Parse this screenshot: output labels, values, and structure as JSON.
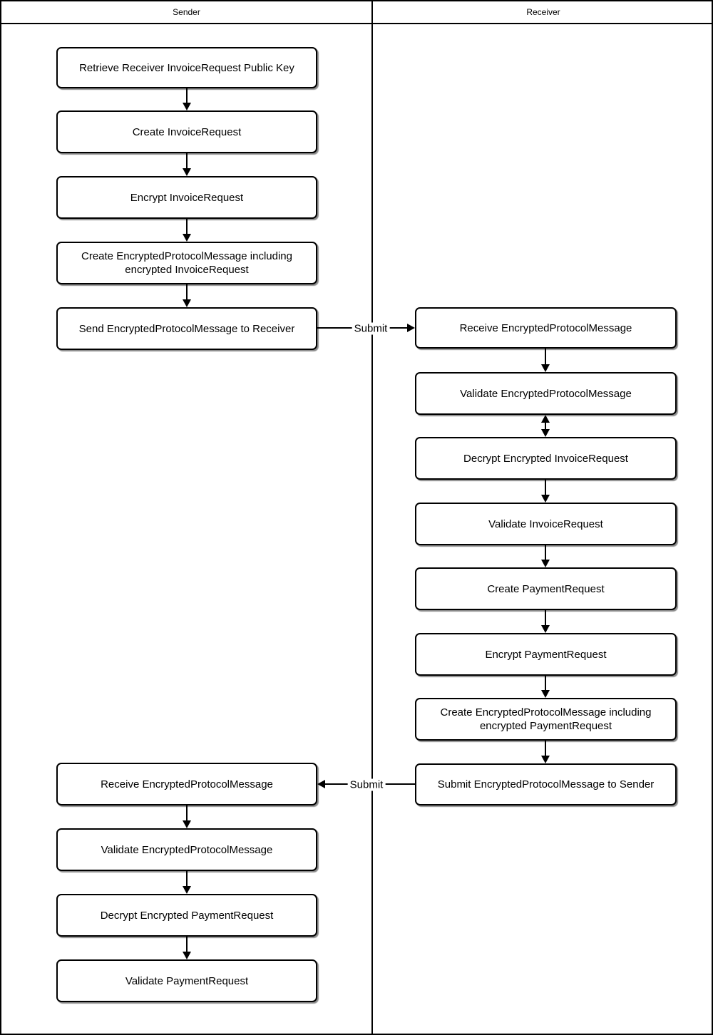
{
  "diagram": {
    "type": "swimlane-flowchart",
    "lanes": [
      {
        "label": "Sender"
      },
      {
        "label": "Receiver"
      }
    ],
    "sender_nodes": [
      {
        "label": "Retrieve Receiver InvoiceRequest Public Key"
      },
      {
        "label": "Create InvoiceRequest"
      },
      {
        "label": "Encrypt InvoiceRequest"
      },
      {
        "label": "Create EncryptedProtocolMessage including encrypted InvoiceRequest"
      },
      {
        "label": "Send EncryptedProtocolMessage to Receiver"
      },
      {
        "label": "Receive EncryptedProtocolMessage"
      },
      {
        "label": "Validate EncryptedProtocolMessage"
      },
      {
        "label": "Decrypt Encrypted PaymentRequest"
      },
      {
        "label": "Validate PaymentRequest"
      }
    ],
    "receiver_nodes": [
      {
        "label": "Receive EncryptedProtocolMessage"
      },
      {
        "label": "Validate EncryptedProtocolMessage"
      },
      {
        "label": "Decrypt Encrypted InvoiceRequest"
      },
      {
        "label": "Validate InvoiceRequest"
      },
      {
        "label": "Create PaymentRequest"
      },
      {
        "label": "Encrypt PaymentRequest"
      },
      {
        "label": "Create EncryptedProtocolMessage including encrypted PaymentRequest"
      },
      {
        "label": "Submit EncryptedProtocolMessage to Sender"
      }
    ],
    "edges": {
      "sender_to_receiver_label": "Submit",
      "receiver_to_sender_label": "Submit"
    },
    "colors": {
      "stroke": "#000000",
      "fill": "#ffffff",
      "background": "#ffffff"
    }
  }
}
